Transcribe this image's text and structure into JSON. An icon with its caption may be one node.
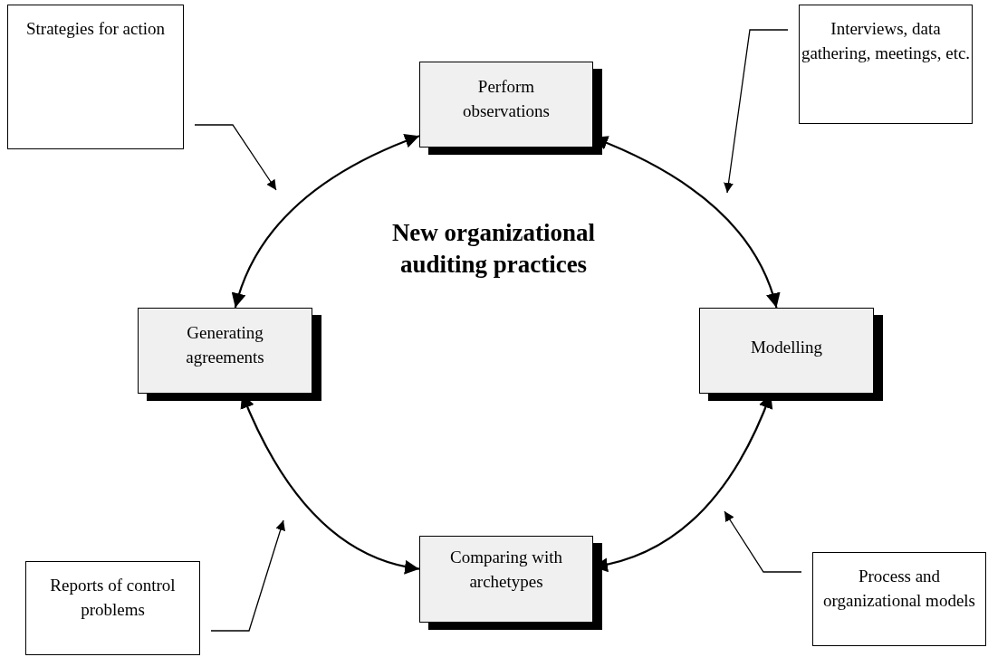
{
  "diagram": {
    "nodes": [
      {
        "text": [
          "Strategies for action"
        ]
      },
      {
        "text": [
          "Interviews, data gathering, meetings, etc."
        ]
      },
      {
        "text": [
          "Perform observations"
        ]
      },
      {
        "text": [
          "Generating agreements"
        ]
      },
      {
        "text": [
          "Modelling"
        ]
      },
      {
        "text": [
          "Comparing with archetypes"
        ]
      },
      {
        "text": [
          "Reports of control problems"
        ]
      },
      {
        "text": [
          "Process and organizational models"
        ]
      }
    ],
    "edges": [
      {
        "from": 2,
        "to": 3,
        "arrow": "both"
      },
      {
        "from": 2,
        "to": 4,
        "arrow": "both"
      },
      {
        "from": 3,
        "to": 5,
        "arrow": "both"
      },
      {
        "from": 4,
        "to": 5,
        "arrow": "both"
      },
      {
        "from": 0,
        "to": null,
        "arrow": "to"
      },
      {
        "from": 1,
        "to": null,
        "arrow": "to"
      },
      {
        "from": 6,
        "to": null,
        "arrow": "to"
      },
      {
        "from": 7,
        "to": null,
        "arrow": "to"
      }
    ],
    "labels": [
      "New organizational auditing practices"
    ]
  }
}
